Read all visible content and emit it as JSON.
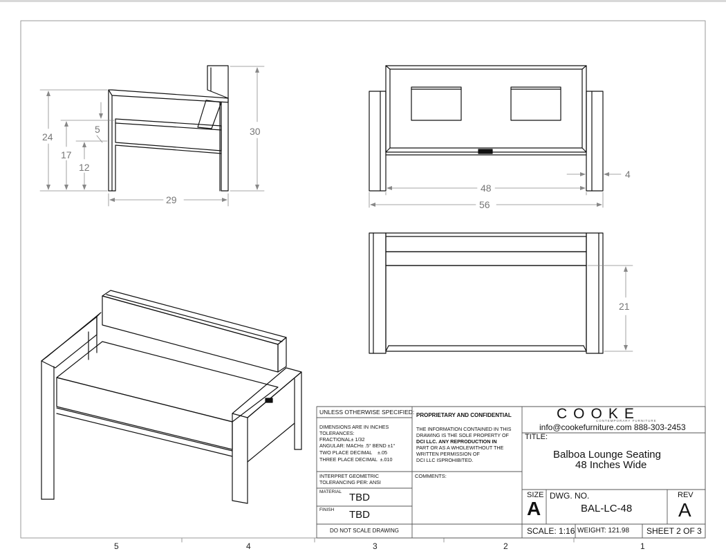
{
  "drawing": {
    "side_view": {
      "dims": {
        "height_back": "30",
        "height_arm": "24",
        "height_seat_top": "17",
        "height_seat": "12",
        "cushion": "5",
        "depth": "29"
      }
    },
    "front_view": {
      "dims": {
        "inner_width": "48",
        "overall_width": "56",
        "arm_width": "4"
      }
    },
    "top_view": {
      "dims": {
        "seat_depth": "21"
      }
    },
    "zone_labels": [
      "5",
      "4",
      "3",
      "2",
      "1"
    ]
  },
  "title_block": {
    "unless_header": "UNLESS OTHERWISE SPECIFIED:",
    "tolerance_lines": [
      "DIMENSIONS ARE IN INCHES",
      "TOLERANCES:",
      "FRACTIONAL± 1/32",
      "ANGULAR: MACH± .5° BEND ±1°",
      "TWO PLACE DECIMAL    ±.05",
      "THREE PLACE DECIMAL  ±.010"
    ],
    "geometric_lines": [
      "INTERPRET GEOMETRIC",
      "TOLERANCING PER: ANSI"
    ],
    "material_label": "MATERIAL",
    "material_value": "TBD",
    "finish_label": "FINISH",
    "finish_value": "TBD",
    "do_not_scale": "DO NOT SCALE DRAWING",
    "proprietary_header": "PROPRIETARY AND CONFIDENTIAL",
    "proprietary_lines": [
      "THE INFORMATION CONTAINED IN THIS",
      "DRAWING IS THE SOLE PROPERTY OF",
      "DCI LLC.  ANY REPRODUCTION IN",
      "PART OR AS A WHOLEWITHOUT THE",
      "WRITTEN PERMISSION OF",
      "DCI LLC ISPROHIBITED."
    ],
    "comments_label": "COMMENTS:",
    "brand": "COOKE",
    "brand_tagline": "CONTEMPORARY FURNITURE",
    "contact": "info@cookefurniture.com 888-303-2453",
    "title_label": "TITLE:",
    "title_line1": "Balboa Lounge Seating",
    "title_line2": "48 Inches Wide",
    "size_label": "SIZE",
    "size_value": "A",
    "dwg_no_label": "DWG.  NO.",
    "dwg_no_value": "BAL-LC-48",
    "rev_label": "REV",
    "rev_value": "A",
    "scale": "SCALE: 1:16",
    "weight": "WEIGHT: 121.98",
    "sheet": "SHEET 2 OF 3"
  }
}
